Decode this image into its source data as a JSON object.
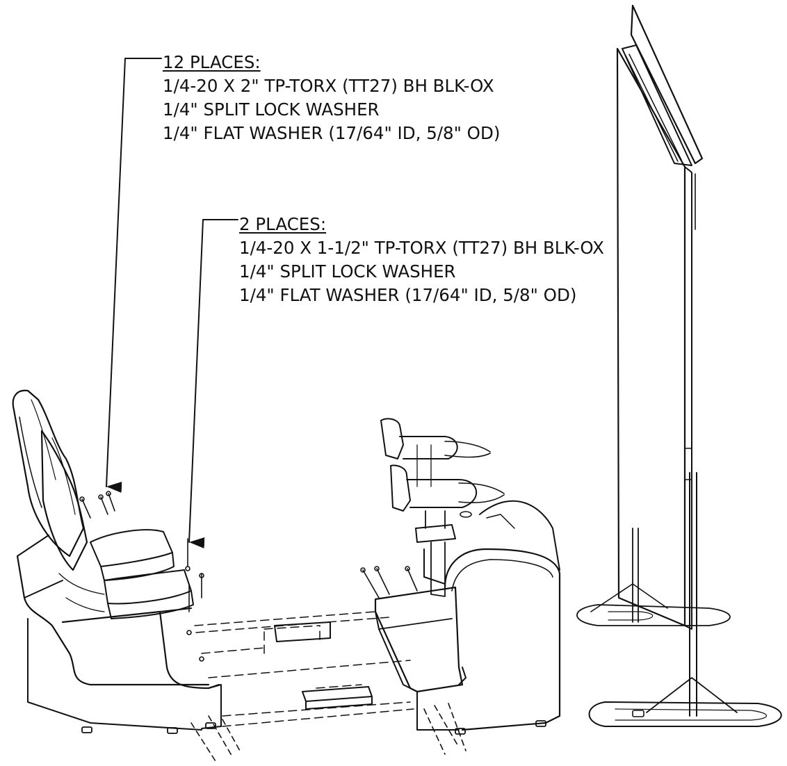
{
  "callouts": [
    {
      "heading": "12 PLACES:",
      "lines": [
        "1/4-20 X 2\" TP-TORX (TT27) BH BLK-OX",
        "1/4\" SPLIT LOCK WASHER",
        "1/4\" FLAT WASHER (17/64\" ID, 5/8\" OD)"
      ]
    },
    {
      "heading": "2 PLACES:",
      "lines": [
        "1/4-20 X 1-1/2\" TP-TORX (TT27) BH BLK-OX",
        "1/4\" SPLIT LOCK WASHER",
        "1/4\" FLAT WASHER (17/64\" ID, 5/8\" OD)"
      ]
    }
  ],
  "colors": {
    "line": "#111111",
    "background": "#ffffff"
  }
}
